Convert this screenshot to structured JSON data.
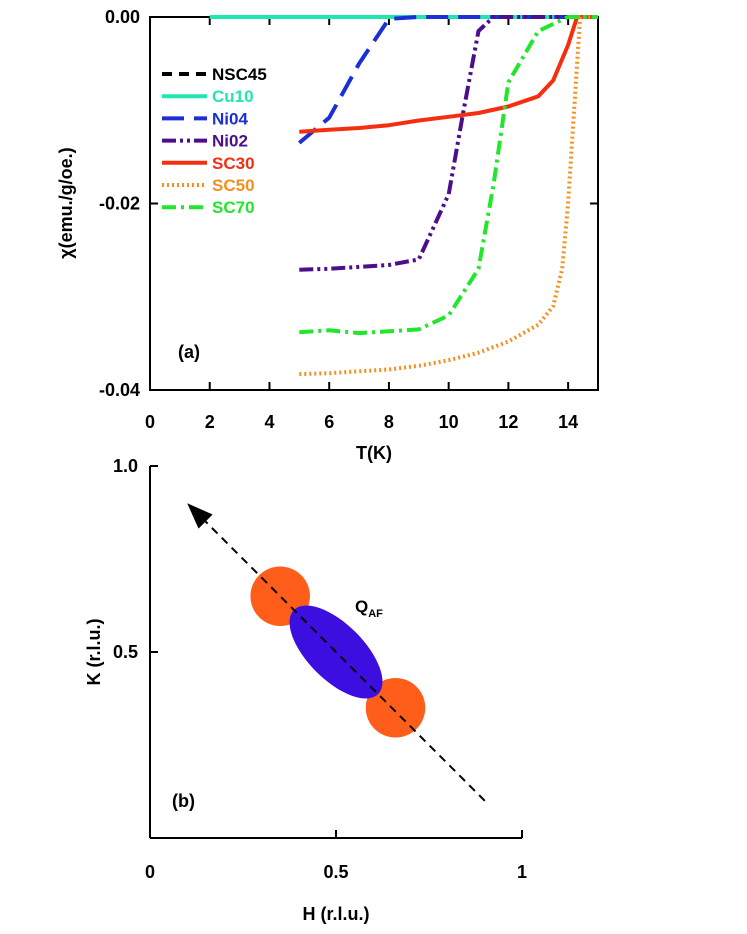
{
  "chart_data": [
    {
      "type": "line",
      "panel_label": "(a)",
      "xlabel": "T(K)",
      "ylabel": "χ(emu./g/oe.)",
      "xlim": [
        0,
        15
      ],
      "ylim": [
        -0.04,
        0.0
      ],
      "xticks": [
        0,
        2,
        4,
        6,
        8,
        10,
        12,
        14
      ],
      "yticks": [
        0.0,
        -0.02,
        -0.04
      ],
      "ytick_labels": [
        "0.00",
        "-0.02",
        "-0.04"
      ],
      "legend_position": "top-left",
      "series": [
        {
          "name": "NSC45",
          "color": "#000000",
          "dash": "dashed",
          "x": [
            5,
            6,
            7,
            8,
            9,
            10,
            11,
            12,
            13,
            14,
            15
          ],
          "y": [
            0.0,
            0.0,
            0.0,
            0.0,
            0.0,
            0.0,
            0.0,
            0.0,
            0.0,
            0.0,
            0.0
          ]
        },
        {
          "name": "Cu10",
          "color": "#22e6b0",
          "dash": "solid",
          "x": [
            2,
            4,
            6,
            8,
            10,
            12,
            14,
            15
          ],
          "y": [
            0.0,
            0.0,
            0.0,
            0.0,
            0.0,
            0.0,
            0.0,
            0.0
          ]
        },
        {
          "name": "Ni04",
          "color": "#1a2fd6",
          "dash": "long-dash",
          "x": [
            5,
            6,
            7,
            8,
            9,
            10,
            12,
            14,
            15
          ],
          "y": [
            -0.0135,
            -0.0108,
            -0.005,
            -0.0002,
            0.0,
            0.0,
            0.0,
            0.0,
            0.0
          ]
        },
        {
          "name": "Ni02",
          "color": "#4b0f8c",
          "dash": "dash-dot-dot",
          "x": [
            5,
            6,
            7,
            8,
            9,
            10,
            10.5,
            11,
            11.5,
            12,
            14,
            15
          ],
          "y": [
            -0.0271,
            -0.027,
            -0.0268,
            -0.0266,
            -0.026,
            -0.019,
            -0.01,
            -0.0015,
            0.0,
            0.0,
            0.0,
            0.0
          ]
        },
        {
          "name": "SC30",
          "color": "#f52e10",
          "dash": "solid",
          "x": [
            5,
            6,
            7,
            8,
            9,
            10,
            11,
            12,
            13,
            13.5,
            14,
            14.3,
            14.6,
            15
          ],
          "y": [
            -0.0123,
            -0.0121,
            -0.0119,
            -0.0116,
            -0.0111,
            -0.0107,
            -0.0103,
            -0.0096,
            -0.0085,
            -0.0068,
            -0.003,
            0.0,
            0.0,
            0.0
          ]
        },
        {
          "name": "SC50",
          "color": "#f58f1e",
          "dash": "dotted",
          "x": [
            5,
            6,
            7,
            8,
            9,
            10,
            11,
            12,
            13,
            13.5,
            13.8,
            14,
            14.2,
            14.4,
            15
          ],
          "y": [
            -0.0383,
            -0.0382,
            -0.038,
            -0.0378,
            -0.0374,
            -0.0368,
            -0.036,
            -0.0348,
            -0.033,
            -0.031,
            -0.027,
            -0.02,
            -0.01,
            0.0,
            0.0
          ]
        },
        {
          "name": "SC70",
          "color": "#22e62a",
          "dash": "dash-dot",
          "x": [
            5,
            6,
            7,
            8,
            9,
            10,
            11,
            11.5,
            12,
            13,
            14,
            15
          ],
          "y": [
            -0.0338,
            -0.0336,
            -0.0339,
            -0.0337,
            -0.0335,
            -0.032,
            -0.027,
            -0.018,
            -0.007,
            -0.0015,
            0.0,
            0.0
          ]
        }
      ]
    },
    {
      "type": "diagram",
      "panel_label": "(b)",
      "xlabel": "H (r.l.u.)",
      "ylabel": "K (r.l.u.)",
      "xlim": [
        0,
        1
      ],
      "ylim": [
        0,
        1
      ],
      "xticks": [
        0,
        0.5,
        1
      ],
      "xtick_labels": [
        "0",
        "0.5",
        "1"
      ],
      "yticks": [
        0.5,
        1.0
      ],
      "ytick_labels": [
        "0.5",
        "1.0"
      ],
      "annotation": {
        "main": "Q",
        "sub": "AF"
      },
      "arrow": {
        "from": [
          0.9,
          0.1
        ],
        "to": [
          0.1,
          0.9
        ]
      },
      "spots": [
        {
          "kind": "circle",
          "color": "#ff5e1a",
          "center": [
            0.35,
            0.65
          ],
          "radius": 0.08
        },
        {
          "kind": "circle",
          "color": "#ff5e1a",
          "center": [
            0.66,
            0.35
          ],
          "radius": 0.08
        },
        {
          "kind": "ellipse",
          "color": "#3c0ee0",
          "center": [
            0.5,
            0.5
          ],
          "semi_major": 0.16,
          "semi_minor": 0.075,
          "angle_deg": -45
        }
      ]
    }
  ]
}
